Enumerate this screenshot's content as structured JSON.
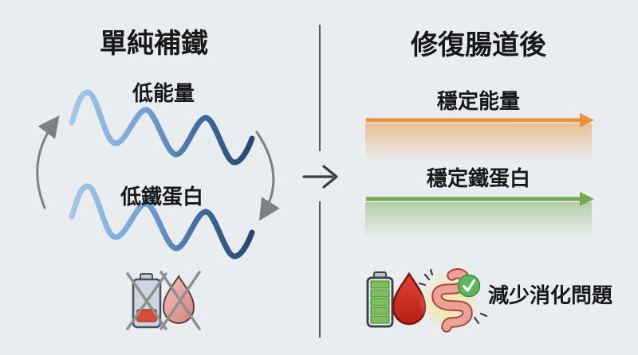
{
  "left_panel": {
    "title": "單純補鐵",
    "energy_wave_label": "低能量",
    "ferritin_wave_label": "低鐵蛋白",
    "icons": {
      "battery": "low-battery-icon",
      "drop": "blood-drop-icon",
      "cross": "cross-out-x-icon"
    }
  },
  "center_divider": {
    "arrow": "right-arrow-icon"
  },
  "right_panel": {
    "title": "修復腸道後",
    "energy_arrow_label": "穩定能量",
    "ferritin_arrow_label": "穩定鐵蛋白",
    "caption": "減少消化問題",
    "icons": {
      "battery": "full-battery-icon",
      "drop": "blood-drop-icon",
      "gut": "healthy-gut-icon",
      "check": "check-circle-icon",
      "sparkles": "sparkle-icon"
    }
  },
  "colors": {
    "background": "#e9edf0",
    "text": "#17181a",
    "wave_light_blue": "#a6c9e8",
    "wave_dark_blue": "#27476f",
    "cycle_arrow_gray": "#7d8084",
    "divider_gray": "#54575b",
    "transition_arrow": "#3a3e44",
    "energy_orange": "#e8923c",
    "ferritin_green": "#72aa52",
    "battery_green": "#7cc05c",
    "blood_red": "#cf2b20",
    "low_battery_red": "#d94b3a",
    "battery_body_gray_blue": "#ccd7e1",
    "drop_pink": "#e49a92",
    "gut_pink": "#efa098",
    "glow_yellow": "#f6e49b",
    "check_green": "#5cb85c"
  }
}
